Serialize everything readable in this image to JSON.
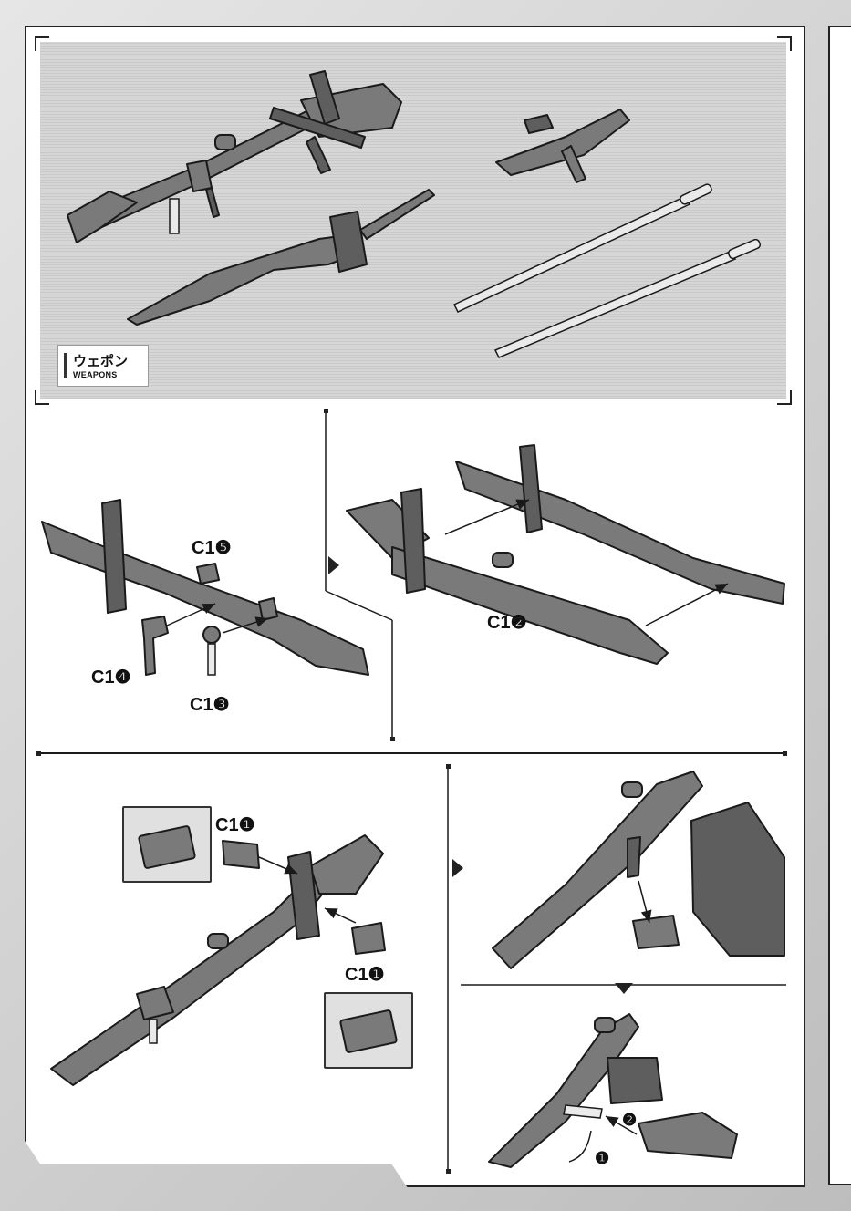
{
  "weapons_label": {
    "jp": "ウェポン",
    "en": "WEAPONS"
  },
  "step1": {
    "labels": [
      "C1❺",
      "C1❹",
      "C1❸"
    ]
  },
  "step2": {
    "label": "C1❷"
  },
  "step3": {
    "labels": [
      "C1❶",
      "C1❶"
    ]
  },
  "step4": {
    "markers": [
      "❷",
      "❶"
    ]
  },
  "colors": {
    "part_gray": "#7a7a7a",
    "outline": "#1a1a1a",
    "panel_bg": "#d2d2d2",
    "light_part": "#e8e8e8"
  }
}
